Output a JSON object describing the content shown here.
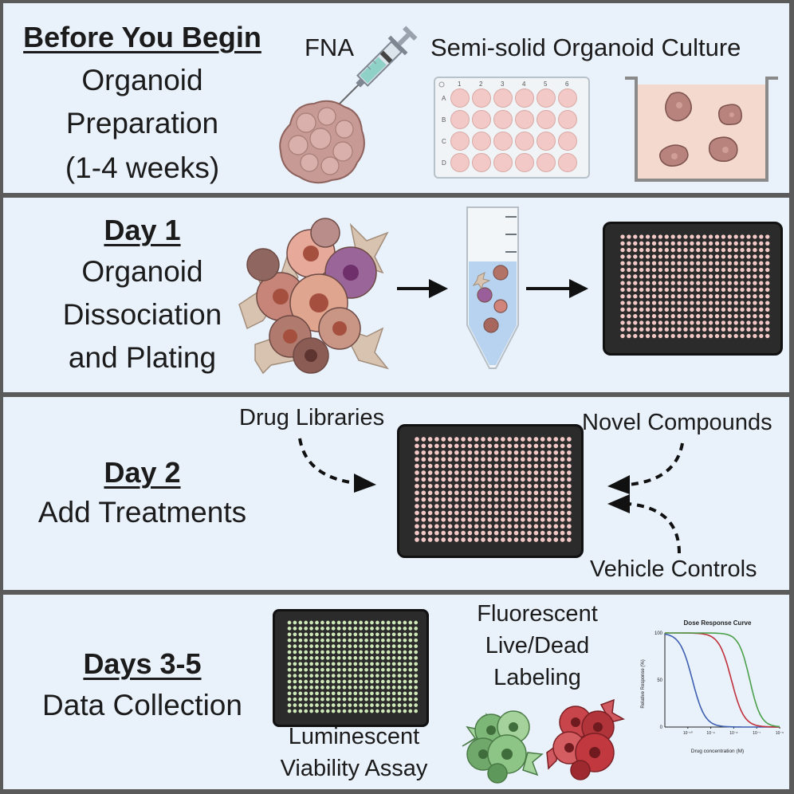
{
  "panels": {
    "before": {
      "heading": "Before You Begin",
      "lines": [
        "Organoid",
        "Preparation",
        "(1-4 weeks)"
      ],
      "fna_label": "FNA",
      "culture_label": "Semi-solid Organoid Culture",
      "plate_cols": [
        "1",
        "2",
        "3",
        "4",
        "5",
        "6"
      ],
      "plate_rows": [
        "A",
        "B",
        "C",
        "D"
      ]
    },
    "day1": {
      "heading": "Day 1",
      "lines": [
        "Organoid",
        "Dissociation",
        "and Plating"
      ]
    },
    "day2": {
      "heading": "Day 2",
      "line": "Add Treatments",
      "drug_libraries": "Drug Libraries",
      "novel_compounds": "Novel Compounds",
      "vehicle_controls": "Vehicle Controls"
    },
    "day3": {
      "heading": "Days 3-5",
      "line": "Data Collection",
      "fluorescent_lines": [
        "Fluorescent",
        "Live/Dead",
        "Labeling"
      ],
      "luminescent_lines": [
        "Luminescent",
        "Viability Assay"
      ]
    }
  },
  "colors": {
    "panel_bg": "#e9f1fb",
    "border": "#5b5b5b",
    "organoid": "#c79a95",
    "well_pink": "#f2c9c6",
    "well_green": "#cfe8b8",
    "plate_dark": "#2b2b2b",
    "curve_blue": "#3e5fb0",
    "curve_red": "#c0303a",
    "curve_green": "#4aa04a"
  },
  "chart_data": {
    "type": "line",
    "title": "Dose Response Curve",
    "xlabel": "Drug concentration (M)",
    "ylabel": "Relative Response (%)",
    "x_scale": "log",
    "x_tick_labels": [
      "10⁻¹⁰",
      "10⁻⁹",
      "10⁻⁸",
      "10⁻⁷",
      "10⁻⁶"
    ],
    "y_tick_labels": [
      "0",
      "50",
      "100"
    ],
    "ylim": [
      0,
      100
    ],
    "xlim": [
      -11,
      -6
    ],
    "grid": false,
    "series": [
      {
        "color": "#3e5fb0",
        "ic50_log": -9.8,
        "hill": 1.6
      },
      {
        "color": "#c0303a",
        "ic50_log": -8.1,
        "hill": 1.6
      },
      {
        "color": "#4aa04a",
        "ic50_log": -7.3,
        "hill": 1.8
      }
    ]
  }
}
